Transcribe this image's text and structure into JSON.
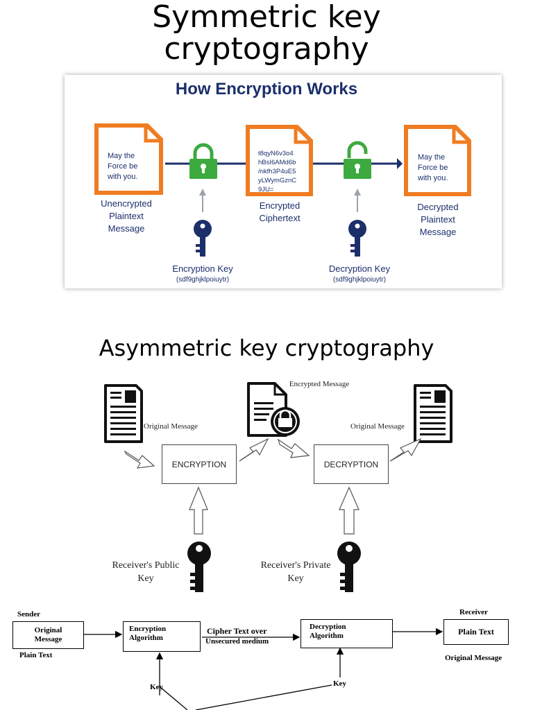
{
  "symmetric": {
    "title": "Symmetric key cryptography",
    "panel_title": "How Encryption Works",
    "plain_doc_text": "May the\nForce be\nwith you.",
    "plain_label": "Unencrypted\nPlaintext\nMessage",
    "cipher_doc_text": "t8qyN6v3o4\nhBsI6AMd6b\n/nkfh3P4uE5\nyLWymGznC\n9JU=",
    "cipher_label": "Encrypted\nCiphertext",
    "decrypted_doc_text": "May the\nForce be\nwith you.",
    "decrypted_label": "Decrypted\nPlaintext\nMessage",
    "enc_key_label": "Encryption Key",
    "enc_key_value": "(sdf9ghjklpoiuytr)",
    "dec_key_label": "Decryption Key",
    "dec_key_value": "(sdf9ghjklpoiuytr)",
    "colors": {
      "doc_border": "#f07c22",
      "lock": "#3daa3f",
      "key": "#1b2f6b",
      "arrow": "#1b2f6b"
    }
  },
  "asymmetric": {
    "title": "Asymmetric key cryptography",
    "encrypted_message_label": "Encrypted Message",
    "original_message_left": "Original Message",
    "original_message_right": "Original Message",
    "encryption_box": "ENCRYPTION",
    "decryption_box": "DECRYPTION",
    "public_key_label": "Receiver's Public\nKey",
    "private_key_label": "Receiver's Private\nKey"
  },
  "flow": {
    "sender": "Sender",
    "original_message_box": "Original\nMessage",
    "plain_text_left": "Plain Text",
    "encryption_algorithm": "Encryption\nAlgorithm",
    "cipher_text_line1": "Cipher Text over",
    "cipher_text_line2": "Unsecured medium",
    "decryption_algorithm": "Decryption\nAlgorithm",
    "receiver": "Receiver",
    "plain_text_box": "Plain Text",
    "original_message_right": "Original Message",
    "key_left": "Key",
    "key_right": "Key"
  }
}
